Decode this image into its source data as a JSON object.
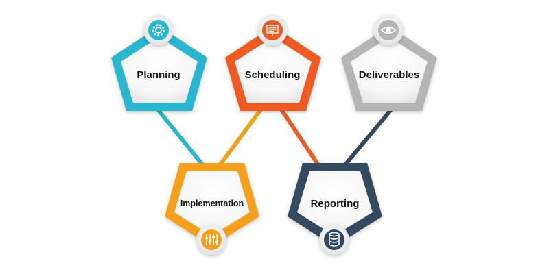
{
  "nodes": [
    {
      "id": "planning",
      "label": "Planning",
      "color": "#29b6cf",
      "icon": "gear-icon"
    },
    {
      "id": "scheduling",
      "label": "Scheduling",
      "color": "#ee5a24",
      "icon": "presentation-board-icon"
    },
    {
      "id": "deliverables",
      "label": "Deliverables",
      "color": "#b5b5b5",
      "icon": "eye-icon"
    },
    {
      "id": "implementation",
      "label": "Implementation",
      "color": "#f5a01a",
      "icon": "sliders-icon"
    },
    {
      "id": "reporting",
      "label": "Reporting",
      "color": "#34495e",
      "icon": "database-icon"
    }
  ],
  "connectors": [
    {
      "from": "planning",
      "to": "implementation",
      "color": "#29b6cf"
    },
    {
      "from": "scheduling",
      "to": "implementation",
      "color": "#f5a01a"
    },
    {
      "from": "scheduling",
      "to": "reporting",
      "color": "#ee5a24"
    },
    {
      "from": "deliverables",
      "to": "reporting",
      "color": "#34495e"
    }
  ]
}
